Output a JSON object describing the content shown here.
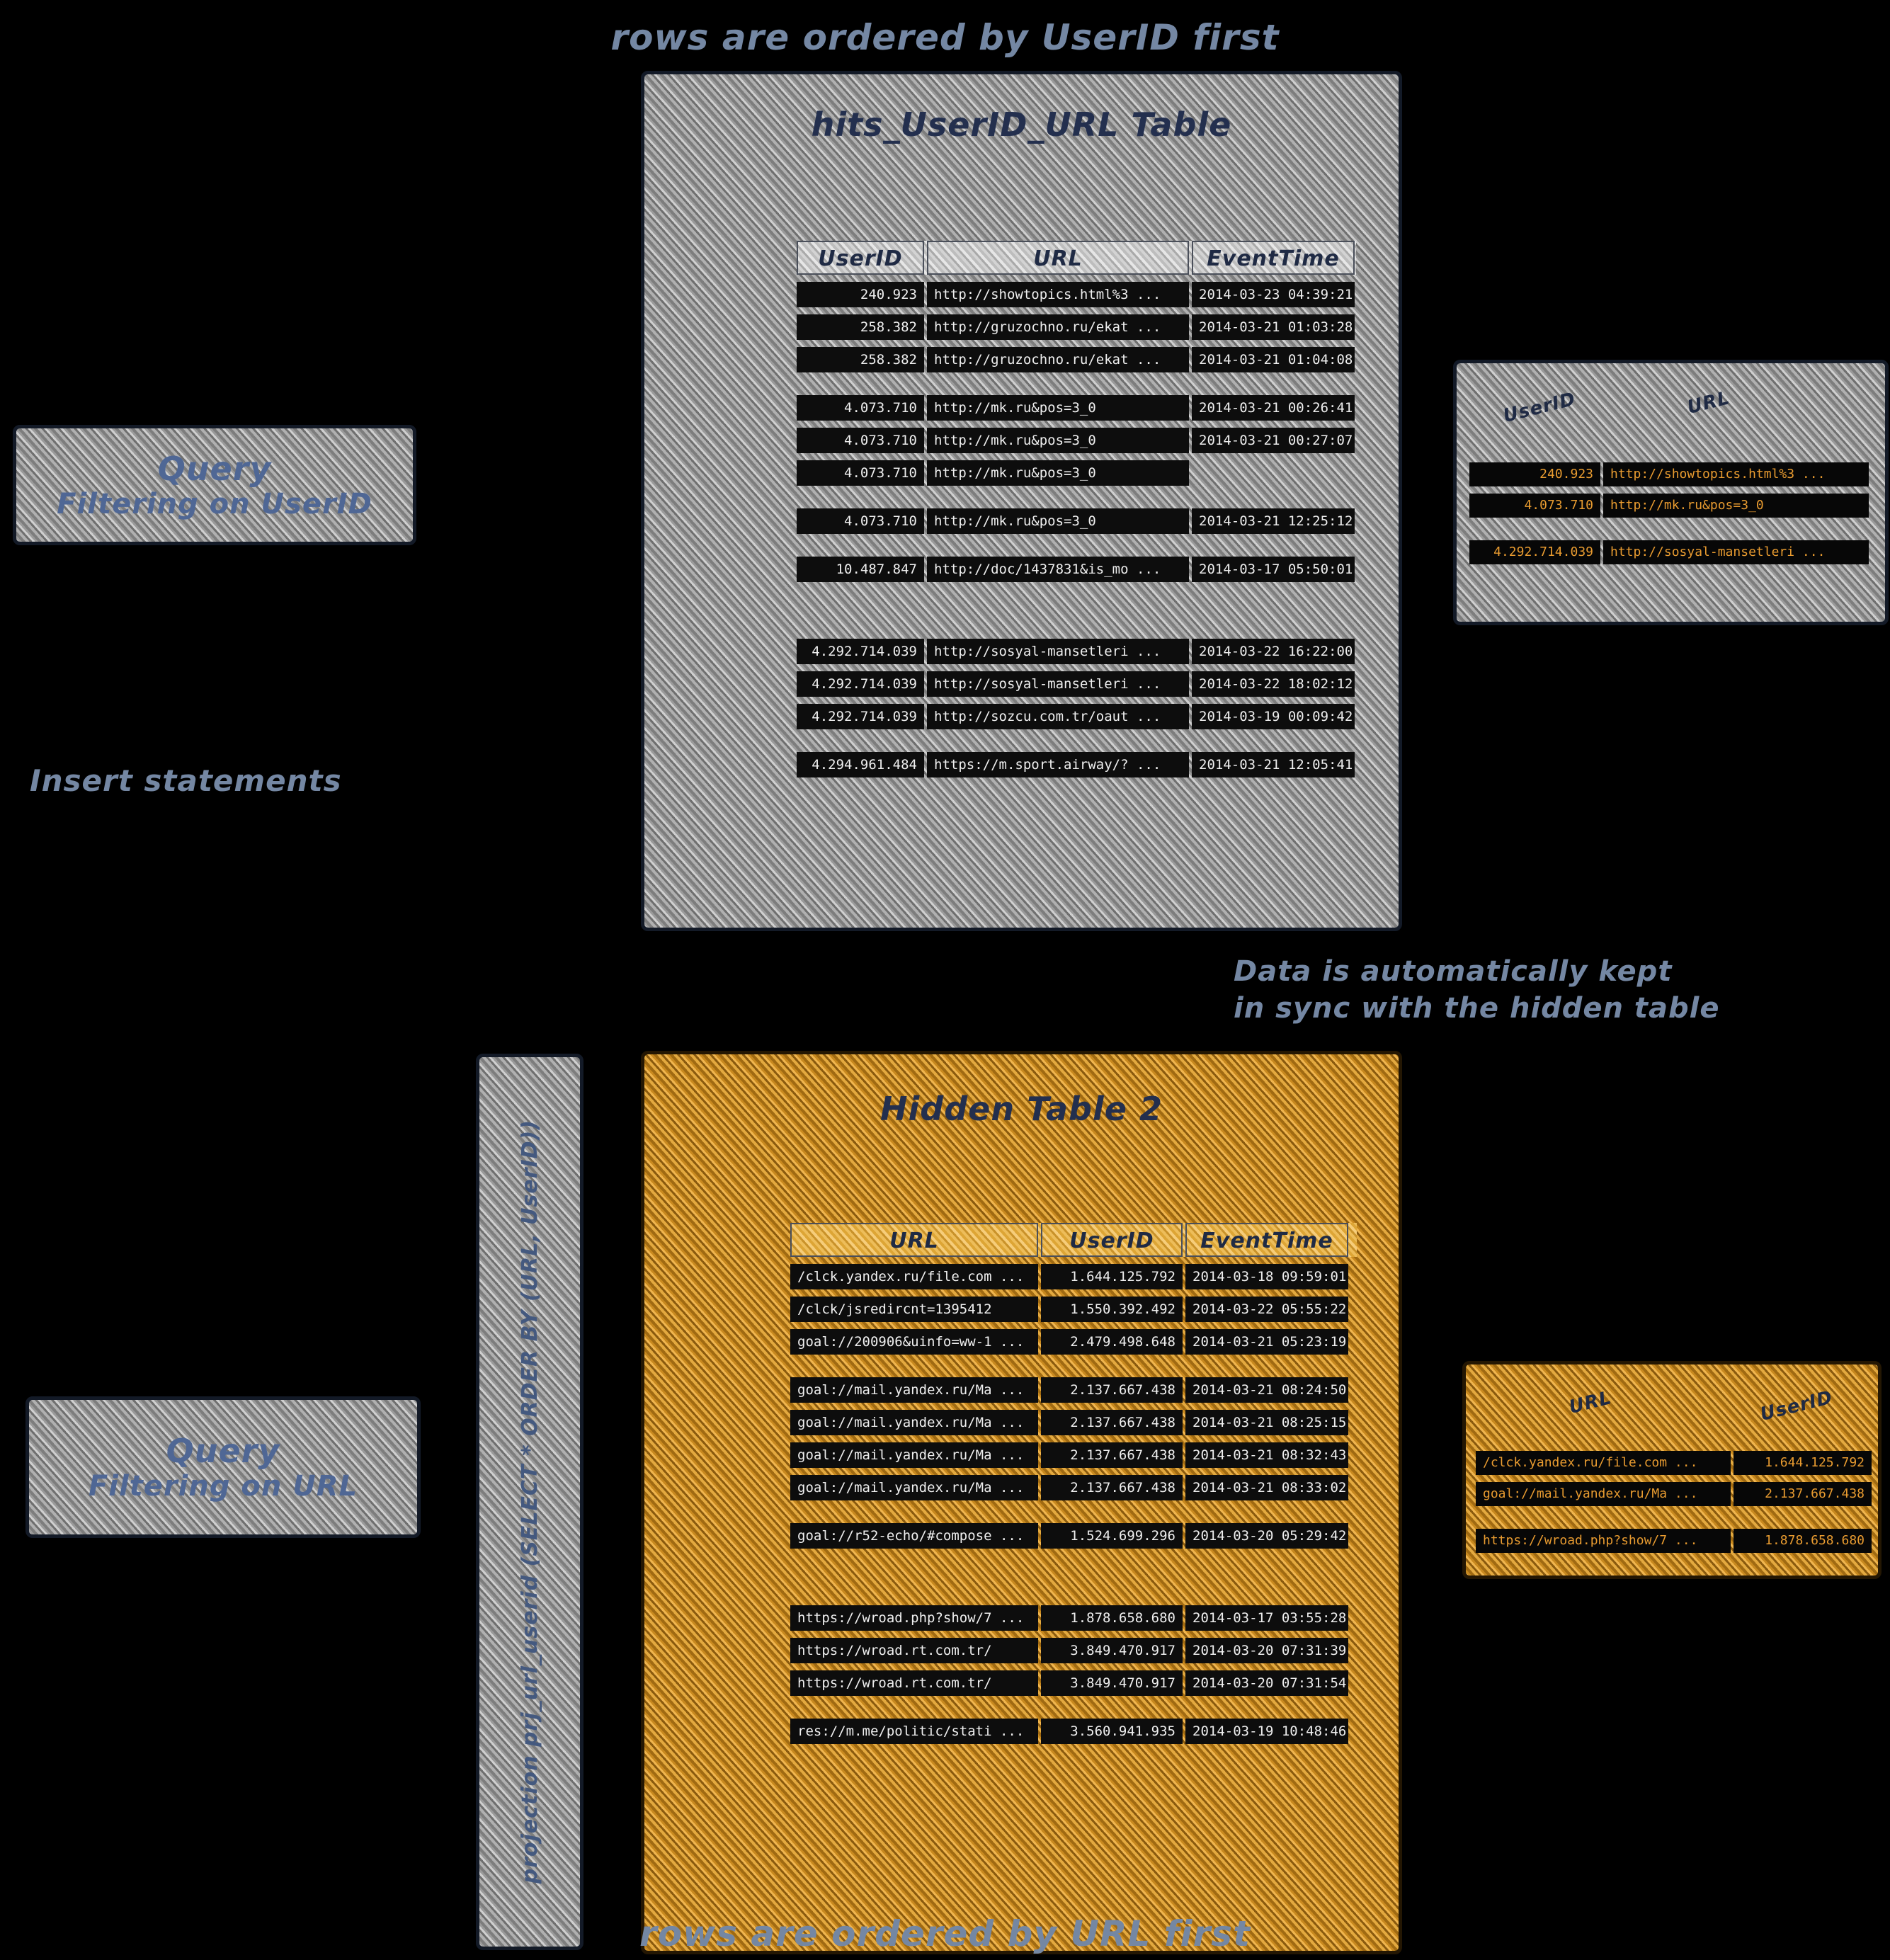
{
  "page": {
    "background": "#000000"
  },
  "colors": {
    "accent_orange": "#e89b30",
    "handwriting_blue": "#4f6795",
    "annotation_gray_blue": "#7487a3",
    "title_navy": "#232f4e",
    "row_text_white": "#efefef"
  },
  "annotations": {
    "top": "rows are ordered by UserID first",
    "bottom": "rows are ordered by URL first",
    "insert": "Insert statements",
    "sync_line1": "Data is automatically kept",
    "sync_line2": "in sync with the hidden table"
  },
  "query_userid": {
    "line1": "Query",
    "line2": "Filtering on UserID"
  },
  "query_url": {
    "line1": "Query",
    "line2": "Filtering on URL"
  },
  "materialization_label": "projection prj_url_userid (SELECT * ORDER BY (URL, UserID))",
  "table1": {
    "title": "hits_UserID_URL Table",
    "columns": [
      "UserID",
      "URL",
      "EventTime"
    ],
    "rows": [
      {
        "cells": [
          "240.923",
          "http://showtopics.html%3 ...",
          "2014-03-23 04:39:21"
        ]
      },
      {
        "cells": [
          "258.382",
          "http://gruzochno.ru/ekat ...",
          "2014-03-21 01:03:28"
        ]
      },
      {
        "cells": [
          "258.382",
          "http://gruzochno.ru/ekat ...",
          "2014-03-21 01:04:08"
        ]
      },
      {
        "cells": [
          "4.073.710",
          "http://mk.ru&pos=3_0",
          "2014-03-21 00:26:41"
        ],
        "gap": "small"
      },
      {
        "cells": [
          "4.073.710",
          "http://mk.ru&pos=3_0",
          "2014-03-21 00:27:07"
        ]
      },
      {
        "cells": [
          "4.073.710",
          "http://mk.ru&pos=3_0",
          ""
        ]
      },
      {
        "cells": [
          "4.073.710",
          "http://mk.ru&pos=3_0",
          "2014-03-21 12:25:12"
        ],
        "gap": "small"
      },
      {
        "cells": [
          "10.487.847",
          "http://doc/1437831&is_mo ...",
          "2014-03-17 05:50:01"
        ],
        "gap": "small"
      },
      {
        "cells": [
          "4.292.714.039",
          "http://sosyal-mansetleri ...",
          "2014-03-22 16:22:00"
        ],
        "gap": "large"
      },
      {
        "cells": [
          "4.292.714.039",
          "http://sosyal-mansetleri ...",
          "2014-03-22 18:02:12"
        ]
      },
      {
        "cells": [
          "4.292.714.039",
          "http://sozcu.com.tr/oaut ...",
          "2014-03-19 00:09:42"
        ]
      },
      {
        "cells": [
          "4.294.961.484",
          "https://m.sport.airway/? ...",
          "2014-03-21 12:05:41"
        ],
        "gap": "small"
      }
    ]
  },
  "table2": {
    "title": "Hidden Table 2",
    "columns": [
      "URL",
      "UserID",
      "EventTime"
    ],
    "rows": [
      {
        "cells": [
          "/clck.yandex.ru/file.com ...",
          "1.644.125.792",
          "2014-03-18 09:59:01"
        ]
      },
      {
        "cells": [
          "/clck/jsredircnt=1395412",
          "1.550.392.492",
          "2014-03-22 05:55:22"
        ]
      },
      {
        "cells": [
          "goal://200906&uinfo=ww-1 ...",
          "2.479.498.648",
          "2014-03-21 05:23:19"
        ]
      },
      {
        "cells": [
          "goal://mail.yandex.ru/Ma ...",
          "2.137.667.438",
          "2014-03-21 08:24:50"
        ],
        "gap": "small"
      },
      {
        "cells": [
          "goal://mail.yandex.ru/Ma ...",
          "2.137.667.438",
          "2014-03-21 08:25:15"
        ]
      },
      {
        "cells": [
          "goal://mail.yandex.ru/Ma ...",
          "2.137.667.438",
          "2014-03-21 08:32:43"
        ]
      },
      {
        "cells": [
          "goal://mail.yandex.ru/Ma ...",
          "2.137.667.438",
          "2014-03-21 08:33:02"
        ]
      },
      {
        "cells": [
          "goal://r52-echo/#compose ...",
          "1.524.699.296",
          "2014-03-20 05:29:42"
        ],
        "gap": "small"
      },
      {
        "cells": [
          "https://wroad.php?show/7 ...",
          "1.878.658.680",
          "2014-03-17 03:55:28"
        ],
        "gap": "large"
      },
      {
        "cells": [
          "https://wroad.rt.com.tr/",
          "3.849.470.917",
          "2014-03-20 07:31:39"
        ]
      },
      {
        "cells": [
          "https://wroad.rt.com.tr/",
          "3.849.470.917",
          "2014-03-20 07:31:54"
        ]
      },
      {
        "cells": [
          "res://m.me/politic/stati ...",
          "3.560.941.935",
          "2014-03-19 10:48:46"
        ],
        "gap": "small"
      }
    ]
  },
  "result1": {
    "column_labels": [
      "UserID",
      "URL"
    ],
    "rows": [
      {
        "cells": [
          "240.923",
          "http://showtopics.html%3 ..."
        ]
      },
      {
        "cells": [
          "4.073.710",
          "http://mk.ru&pos=3_0"
        ]
      },
      {
        "cells": [
          "4.292.714.039",
          "http://sosyal-mansetleri ..."
        ],
        "gap": "small"
      }
    ]
  },
  "result2": {
    "column_labels": [
      "URL",
      "UserID"
    ],
    "rows": [
      {
        "cells": [
          "/clck.yandex.ru/file.com ...",
          "1.644.125.792"
        ]
      },
      {
        "cells": [
          "goal://mail.yandex.ru/Ma ...",
          "2.137.667.438"
        ]
      },
      {
        "cells": [
          "https://wroad.php?show/7 ...",
          "1.878.658.680"
        ],
        "gap": "small"
      }
    ]
  }
}
